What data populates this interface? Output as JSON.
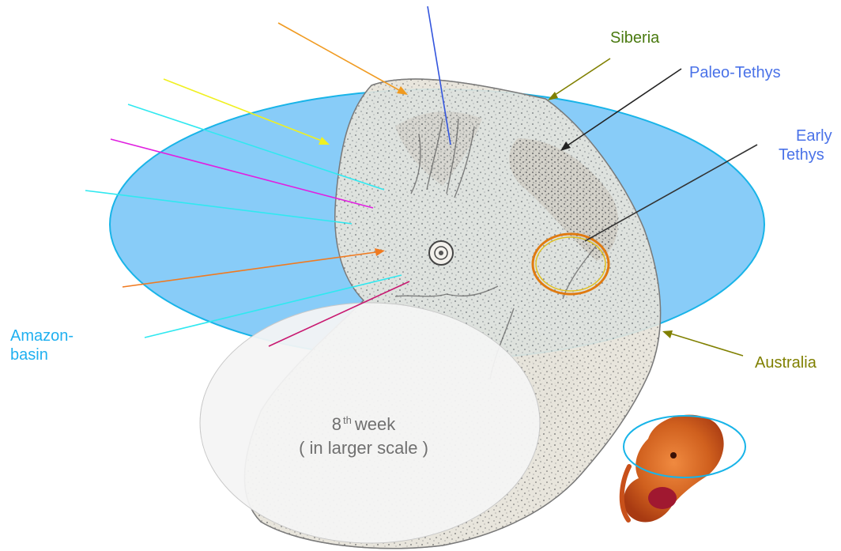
{
  "colors": {
    "background": "#ffffff",
    "ellipse_fill": "#5ab8f5",
    "ellipse_stroke": "#18b4e8",
    "tissue": "#e9e6df",
    "olive": "#808000",
    "green": "#4a7a10",
    "blue": "#4a72e8",
    "cyan": "#1fb0f0",
    "grey_text": "#707070",
    "embryo": "#c8501a"
  },
  "labels": {
    "siberia": "Siberia",
    "paleo_tethys": "Paleo-Tethys",
    "early_tethys_1": "Early",
    "early_tethys_2": "Tethys",
    "australia": "Australia",
    "amazon_1": "Amazon-",
    "amazon_2": "basin"
  },
  "note": {
    "number": "8",
    "sup": "th",
    "word": "week",
    "line2": "( in larger scale )"
  },
  "icons": {
    "embryo_photo": "embryo-photo-icon",
    "arrowhead": "arrowhead-icon"
  }
}
